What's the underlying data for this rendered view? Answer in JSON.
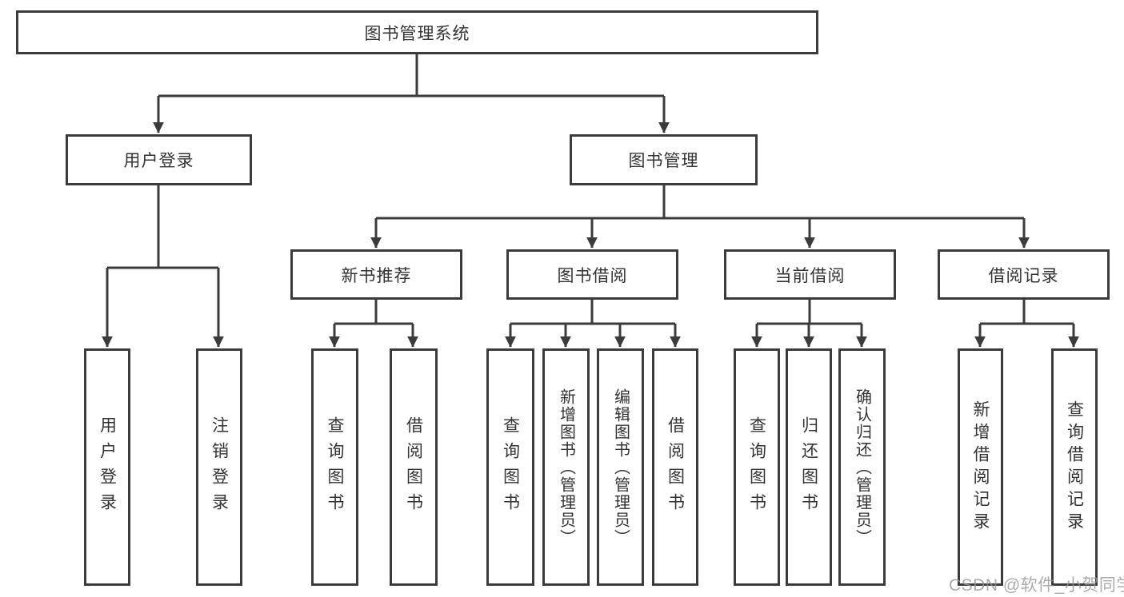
{
  "diagram": {
    "watermark": "CSDN @软件_小贺同学",
    "colors": {
      "line": "#3b3b3b",
      "box_border": "#3b3b3b",
      "text": "#333333",
      "background": "#ffffff",
      "watermark": "#969696"
    },
    "tree": {
      "root": {
        "label": "图书管理系统",
        "children": [
          {
            "label": "用户登录",
            "children": [
              {
                "label": "用户登录"
              },
              {
                "label": "注销登录"
              }
            ]
          },
          {
            "label": "图书管理",
            "children": [
              {
                "label": "新书推荐",
                "children": [
                  {
                    "label": "查询图书"
                  },
                  {
                    "label": "借阅图书"
                  }
                ]
              },
              {
                "label": "图书借阅",
                "children": [
                  {
                    "label": "查询图书"
                  },
                  {
                    "label": "新增图书（管理员）"
                  },
                  {
                    "label": "编辑图书（管理员）"
                  },
                  {
                    "label": "借阅图书"
                  }
                ]
              },
              {
                "label": "当前借阅",
                "children": [
                  {
                    "label": "查询图书"
                  },
                  {
                    "label": "归还图书"
                  },
                  {
                    "label": "确认归还（管理员）"
                  }
                ]
              },
              {
                "label": "借阅记录",
                "children": [
                  {
                    "label": "新增借阅记录"
                  },
                  {
                    "label": "查询借阅记录"
                  }
                ]
              }
            ]
          }
        ]
      }
    }
  }
}
